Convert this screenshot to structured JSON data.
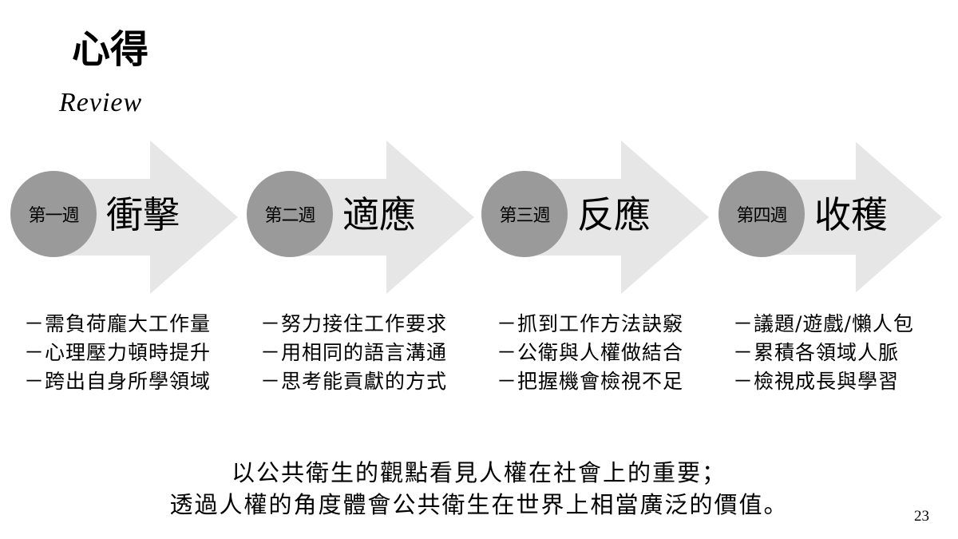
{
  "slide": {
    "title": "心得",
    "subtitle": "Review",
    "page_number": "23"
  },
  "colors": {
    "arrow_fill": "#e6e6e6",
    "circle_fill": "#9a9a9a"
  },
  "stages": [
    {
      "week": "第一週",
      "title": "衝擊",
      "points": [
        "－需負荷龐大工作量",
        "－心理壓力頓時提升",
        "－跨出自身所學領域"
      ]
    },
    {
      "week": "第二週",
      "title": "適應",
      "points": [
        "－努力接住工作要求",
        "－用相同的語言溝通",
        "－思考能貢獻的方式"
      ]
    },
    {
      "week": "第三週",
      "title": "反應",
      "points": [
        "－抓到工作方法訣竅",
        "－公衛與人權做結合",
        "－把握機會檢視不足"
      ]
    },
    {
      "week": "第四週",
      "title": "收穫",
      "points": [
        "－議題/遊戲/懶人包",
        "－累積各領域人脈",
        "－檢視成長與學習"
      ]
    }
  ],
  "summary": {
    "line1": "以公共衛生的觀點看見人權在社會上的重要；",
    "line2": "透過人權的角度體會公共衛生在世界上相當廣泛的價值。"
  }
}
